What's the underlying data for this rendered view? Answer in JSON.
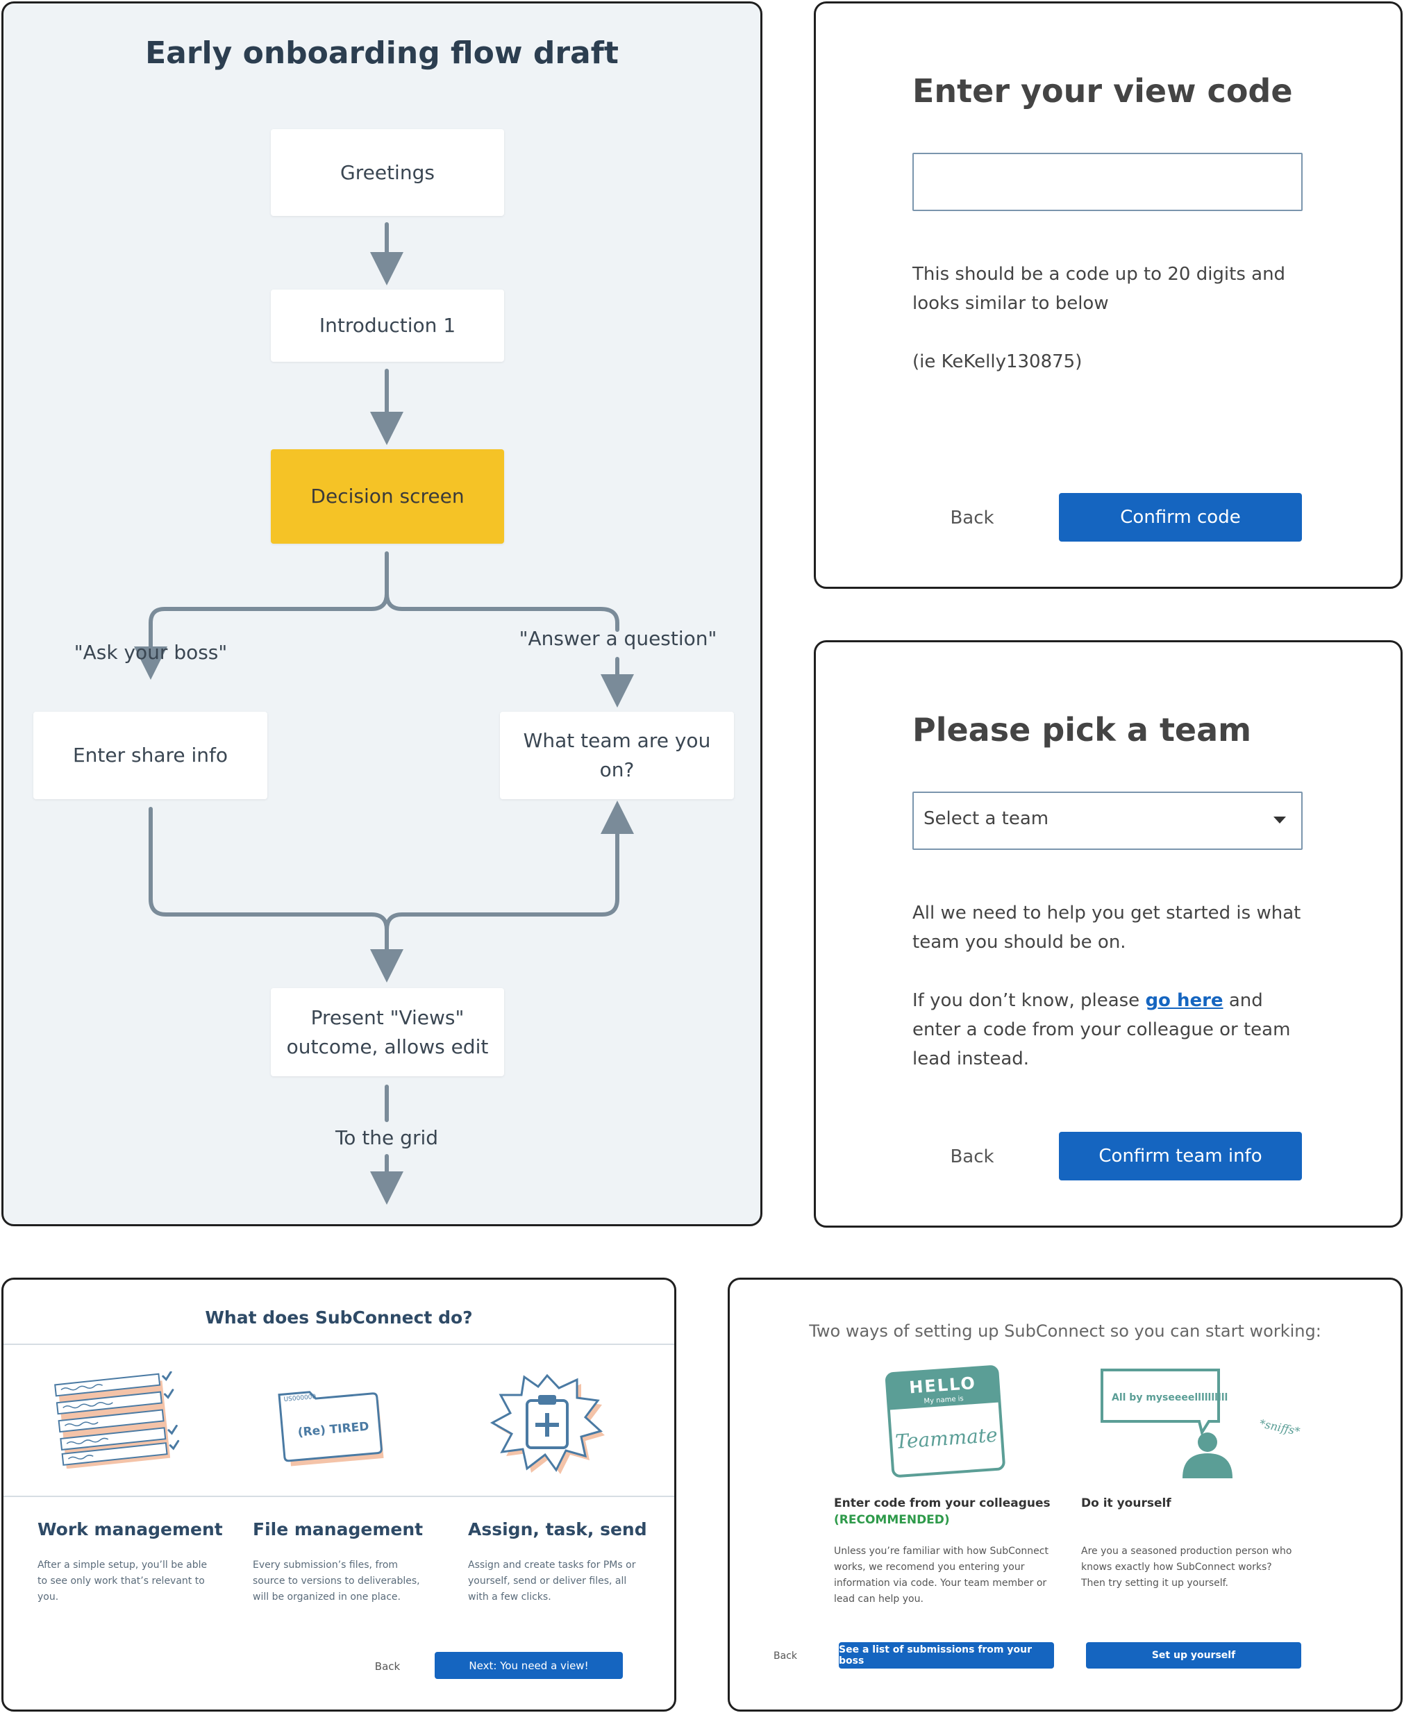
{
  "flow": {
    "title": "Early onboarding flow draft",
    "nodes": {
      "greetings": "Greetings",
      "intro": "Introduction 1",
      "decision": "Decision screen",
      "share": "Enter share info",
      "team": "What team are you on?",
      "present": "Present \"Views\" outcome, allows edit"
    },
    "labels": {
      "ask_boss": "\"Ask your boss\"",
      "answer_question": "\"Answer a question\"",
      "to_grid": "To the grid"
    },
    "colors": {
      "decision": "#f5c326",
      "arrows": "#7a8b99",
      "background": "#eff3f6"
    }
  },
  "view_code": {
    "title": "Enter your view code",
    "input_value": "",
    "description": "This should be a code up to 20 digits and looks similar to below",
    "example": "(ie KeKelly130875)",
    "back": "Back",
    "confirm": "Confirm code"
  },
  "pick_team": {
    "title": "Please pick a team",
    "select_value": "Select a team",
    "description": "All we need to help you get started is what team you should be on.",
    "help_prefix": "If you don’t know, please ",
    "help_link": "go here",
    "help_suffix": " and enter a code from your colleague or team lead instead.",
    "back": "Back",
    "confirm": "Confirm team info"
  },
  "features": {
    "title": "What does SubConnect do?",
    "folder_stamp": "US000000",
    "folder_text": "(Re) TIRED",
    "items": [
      {
        "title": "Work management",
        "desc": "After a simple setup, you’ll be able to see only work that’s relevant to you.",
        "icon": "checklist-icon"
      },
      {
        "title": "File management",
        "desc": "Every submission’s files, from source to versions to deliverables, will be organized in one place.",
        "icon": "folder-icon"
      },
      {
        "title": "Assign, task, send",
        "desc": "Assign and create tasks for PMs or yourself, send or deliver files, all with a few clicks.",
        "icon": "clipboard-icon"
      }
    ],
    "back": "Back",
    "next": "Next: You need a view!"
  },
  "ways": {
    "title": "Two ways of setting up SubConnect so you can start working:",
    "tag_hello": "HELLO",
    "tag_myname": "My name is",
    "tag_name": "Teammate",
    "bubble_text": "All by myseeeellllllllll",
    "sniffs": "*sniffs*",
    "option1": {
      "title": "Enter code from your colleagues",
      "recommended": "(RECOMMENDED)",
      "desc": "Unless you’re familiar with how SubConnect works, we recomend you entering your information via code. Your team member or lead can help you.",
      "button": "See a list of submissions from your boss"
    },
    "option2": {
      "title": "Do it yourself",
      "desc": "Are you a seasoned production person who knows exactly how SubConnect works? Then try setting it up yourself.",
      "button": "Set up yourself"
    },
    "back": "Back",
    "colors": {
      "teal": "#5b9e96",
      "blue": "#1565c0",
      "green": "#2e9a4a"
    }
  }
}
